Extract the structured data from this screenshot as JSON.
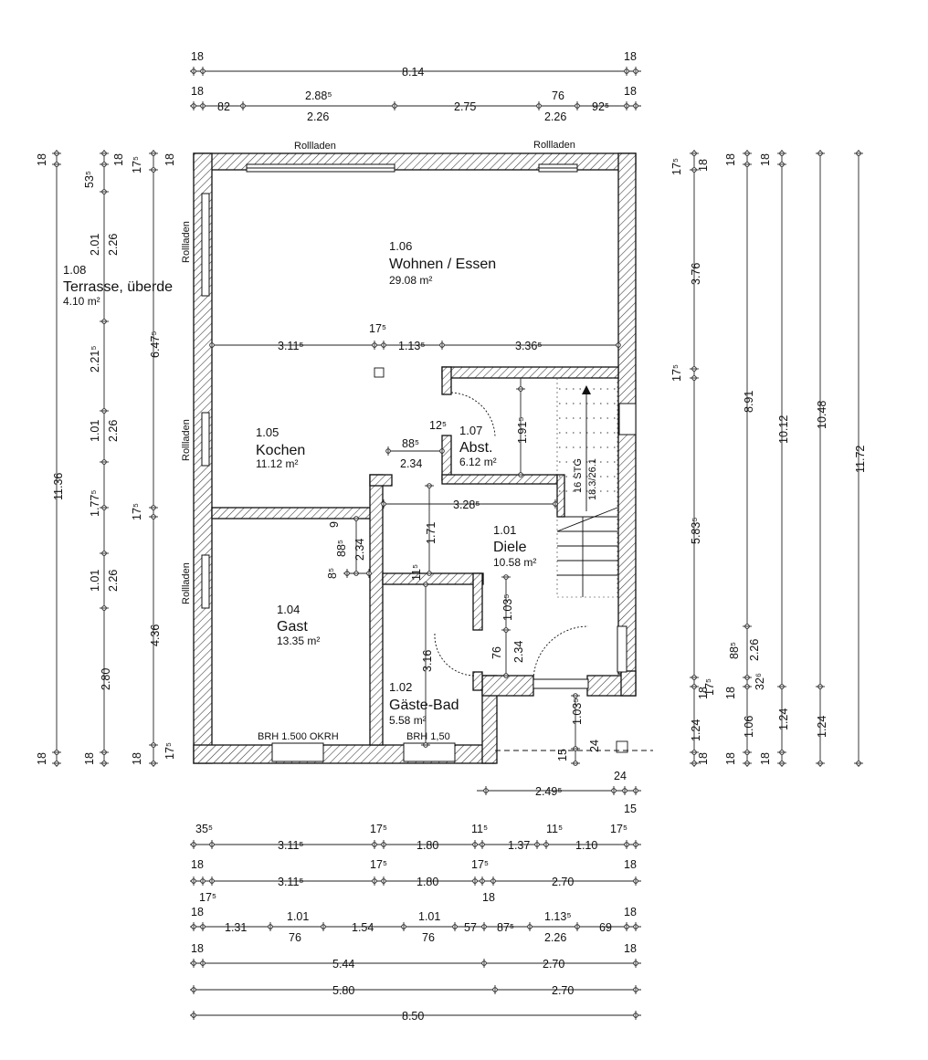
{
  "rooms": [
    {
      "num": "1.06",
      "name": "Wohnen / Essen",
      "area": "29.08 m²"
    },
    {
      "num": "1.05",
      "name": "Kochen",
      "area": "11.12 m²"
    },
    {
      "num": "1.07",
      "name": "Abst.",
      "area": "6.12 m²"
    },
    {
      "num": "1.01",
      "name": "Diele",
      "area": "10.58 m²"
    },
    {
      "num": "1.04",
      "name": "Gast",
      "area": "13.35 m²"
    },
    {
      "num": "1.02",
      "name": "Gäste-Bad",
      "area": "5.58 m²"
    },
    {
      "num": "1.08",
      "name": "Terrasse, überde",
      "area": "4.10 m²"
    }
  ],
  "labels": {
    "rollladen": "Rollladen",
    "brh1": "BRH 1.500 OKRH",
    "brh2": "BRH 1,50",
    "stair1": "16 STG",
    "stair2": "18.3/26.1"
  },
  "dims": {
    "t1a": "18",
    "t1b": "8.14",
    "t1c": "18",
    "t2a": "18",
    "t2b": "82",
    "t2c": "2.88⁵",
    "t2d": "2.26",
    "t2e": "2.75",
    "t2f": "76",
    "t2g": "2.26",
    "t2h": "92⁵",
    "t2i": "18",
    "b1a": "35⁵",
    "b1b": "3.11⁵",
    "b1c": "17⁵",
    "b1d": "1.80",
    "b1e": "11⁵",
    "b1f": "1.37",
    "b1g": "11⁵",
    "b1h": "1.10",
    "b1i": "17⁵",
    "b2a": "18",
    "b2b": "3.11⁵",
    "b2c": "17⁵",
    "b2d": "1.80",
    "b2e": "17⁵",
    "b2f": "2.70",
    "b2g": "18",
    "b2h": "17⁵",
    "b2i": "18",
    "b3a": "18",
    "b3b": "1.31",
    "b3c": "1.01",
    "b3d": "76",
    "b3e": "1.54",
    "b3f": "1.01",
    "b3g": "76",
    "b3h": "57",
    "b3i": "87⁵",
    "b3j": "1.13⁵",
    "b3k": "2.26",
    "b3l": "69",
    "b3m": "18",
    "b4a": "18",
    "b4b": "5.44",
    "b4c": "2.70",
    "b4d": "18",
    "b5a": "5.80",
    "b5b": "2.70",
    "b6a": "8.50",
    "s1": "2.49⁵",
    "s2": "24",
    "s3": "15",
    "s4": "15",
    "s5": "24",
    "l1a": "18",
    "l1b": "11.36",
    "l1c": "18",
    "l2a": "53⁵",
    "l2b": "2.01",
    "l2c": "2.21⁵",
    "l2d": "1.01",
    "l2e": "1.77⁵",
    "l2f": "1.01",
    "l2g": "2.80",
    "l2h": "18",
    "l3a": "18",
    "l3b": "2.26",
    "l3c": "2.26",
    "l3d": "2.26",
    "l4a": "17⁵",
    "l4b": "6.47⁵",
    "l4c": "17⁵",
    "l4d": "4.36",
    "l4e": "18",
    "l5a": "18",
    "l5b": "17⁵",
    "r1a": "17⁵",
    "r1b": "3.76",
    "r1c": "17⁵",
    "r1d": "5.83⁵",
    "r1e": "17⁵",
    "r1f": "1.24",
    "r1g": "18",
    "r1h": "18",
    "r2a": "18",
    "r2b": "8.91",
    "r2c": "18",
    "r2d": "1.06",
    "r2e": "18",
    "r2f": "88⁵",
    "r2g": "2.26",
    "r2h": "32⁶",
    "r3a": "18",
    "r3b": "10.12",
    "r3c": "1.24",
    "r3d": "18",
    "r4a": "10.48",
    "r4b": "1.24",
    "r5a": "11.72",
    "i1": "3.11⁵",
    "i2": "17⁵",
    "i3": "1.13⁵",
    "i4": "3.36⁵",
    "i5": "3.28⁵",
    "i6": "1.91⁵",
    "i7": "1.71",
    "i8": "3.16",
    "i9": "88⁵",
    "i10": "12⁵",
    "i11": "2.34",
    "i12": "2.34",
    "i13": "88⁵",
    "i14": "9",
    "i15": "8⁵",
    "i16": "11⁵",
    "i17": "1.03⁵",
    "i18": "76",
    "i19": "2.34",
    "i20": "1.03⁵"
  }
}
